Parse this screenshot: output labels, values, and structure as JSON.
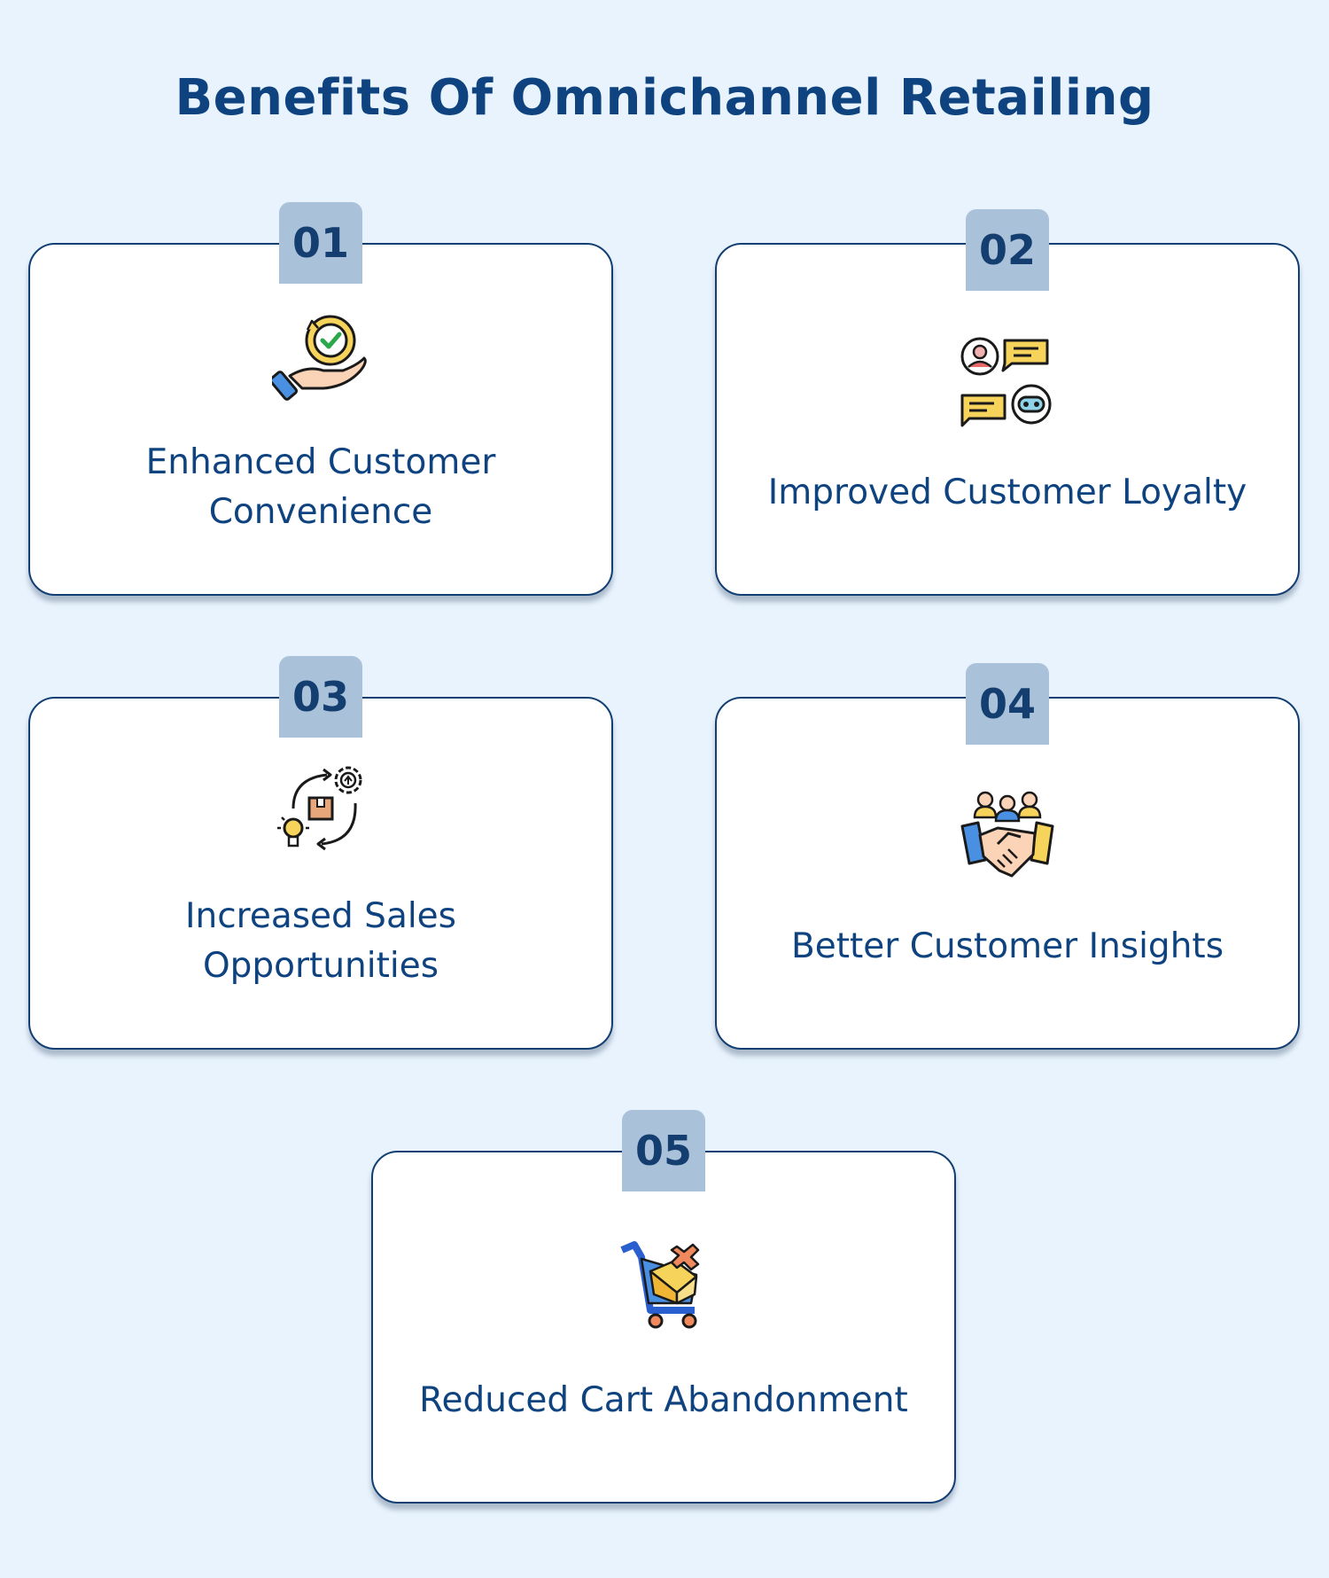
{
  "title": "Benefits Of Omnichannel Retailing",
  "colors": {
    "background": "#e8f3fd",
    "title": "#0e4380",
    "card_border": "#123f73",
    "badge": "#a9c1d9",
    "accent_yellow": "#f6d35a",
    "accent_blue": "#4a90e2",
    "accent_orange": "#f08a5d"
  },
  "benefits": [
    {
      "number": "01",
      "line1": "Enhanced Customer",
      "line2": "Convenience",
      "icon": "hand-check-icon"
    },
    {
      "number": "02",
      "line1": "Improved Customer Loyalty",
      "line2": "",
      "icon": "chat-support-icon"
    },
    {
      "number": "03",
      "line1": "Increased Sales",
      "line2": "Opportunities",
      "icon": "cycle-idea-icon"
    },
    {
      "number": "04",
      "line1": "Better Customer Insights",
      "line2": "",
      "icon": "handshake-team-icon"
    },
    {
      "number": "05",
      "line1": "Reduced Cart Abandonment",
      "line2": "",
      "icon": "shopping-cart-icon"
    }
  ]
}
